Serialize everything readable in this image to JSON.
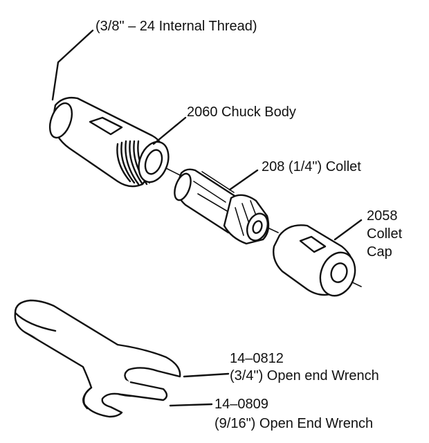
{
  "labels": {
    "thread": "(3/8\" – 24 Internal Thread)",
    "chuck_body": "2060 Chuck Body",
    "collet": "208 (1/4\") Collet",
    "collet_cap_line1": "2058",
    "collet_cap_line2": "Collet",
    "collet_cap_line3": "Cap",
    "wrench_34_part": "14–0812",
    "wrench_34_desc": "(3/4\") Open end Wrench",
    "wrench_916_part": "14–0809",
    "wrench_916_desc": "(9/16\") Open End Wrench"
  },
  "colors": {
    "line": "#111111",
    "fill": "#ffffff",
    "text": "#111111"
  }
}
